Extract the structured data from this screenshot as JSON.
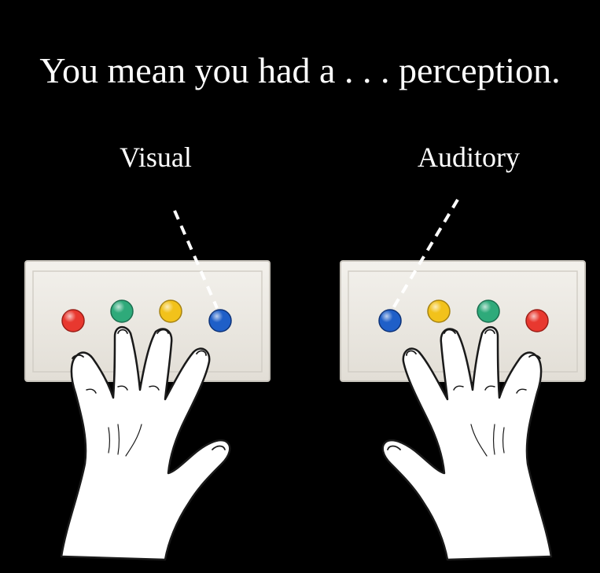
{
  "title": "You mean you had a . . . perception.",
  "labels": {
    "left": "Visual",
    "right": "Auditory"
  },
  "colors": {
    "background": "#000000",
    "panel": "#ebe8e2",
    "panel_edge": "#c9c5bd",
    "red": "#e8382f",
    "green": "#2eaa7a",
    "yellow": "#f2c21b",
    "blue": "#1f5fc8",
    "pointer": "#ffffff"
  },
  "panels": [
    {
      "side": "left",
      "buttons": [
        "red",
        "green",
        "yellow",
        "blue"
      ],
      "indicated": "blue"
    },
    {
      "side": "right",
      "buttons": [
        "blue",
        "yellow",
        "green",
        "red"
      ],
      "indicated": "blue"
    }
  ]
}
